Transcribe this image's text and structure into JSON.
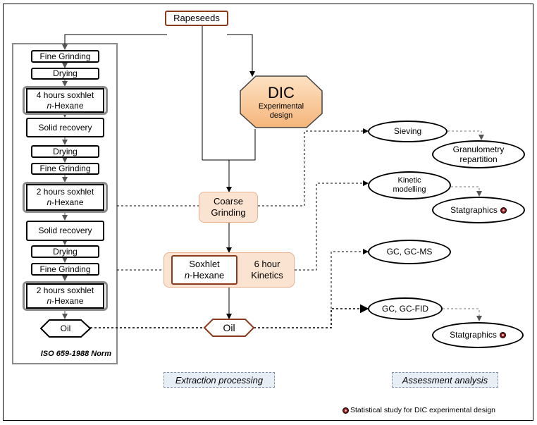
{
  "title": "Rapeseeds",
  "dic": {
    "main": "DIC",
    "sub1": "Experimental",
    "sub2": "design"
  },
  "left_column": {
    "norm": "ISO 659-1988 Norm",
    "steps": {
      "fine_grinding_1": "Fine Grinding",
      "drying_1": "Drying",
      "soxhlet_4h_line1": "4 hours soxhlet",
      "soxhlet_4h_line2": "n-Hexane",
      "solid_recovery_1": "Solid recovery",
      "drying_2": "Drying",
      "fine_grinding_2": "Fine Grinding",
      "soxhlet_2h_a_line1": "2 hours soxhlet",
      "soxhlet_2h_a_line2": "n-Hexane",
      "solid_recovery_2": "Solid recovery",
      "drying_3": "Drying",
      "fine_grinding_3": "Fine Grinding",
      "soxhlet_2h_b_line1": "2 hours soxhlet",
      "soxhlet_2h_b_line2": "n-Hexane",
      "oil": "Oil"
    }
  },
  "center": {
    "coarse_line1": "Coarse",
    "coarse_line2": "Grinding",
    "soxhlet_line1": "Soxhlet",
    "soxhlet_line2": "n-Hexane",
    "kinetics_line1": "6 hour",
    "kinetics_line2": "Kinetics",
    "oil": "Oil"
  },
  "right": {
    "sieving": "Sieving",
    "granulometry_line1": "Granulometry",
    "granulometry_line2": "repartition",
    "kinetic_line1": "Kinetic",
    "kinetic_line2": "modelling",
    "statgraphics_1": "Statgraphics",
    "gc_ms": "GC, GC-MS",
    "gc_fid": "GC, GC-FID",
    "statgraphics_2": "Statgraphics"
  },
  "captions": {
    "extraction": "Extraction processing",
    "assessment": "Assessment analysis"
  },
  "footnote": "Statistical study for DIC experimental design",
  "colors": {
    "brown_border": "#8b3a1e",
    "dic_fill": "#f7c08c",
    "peach_fill": "#fbe3d1",
    "caption_fill": "#e8eef6",
    "marker": "#8b1a1a"
  }
}
